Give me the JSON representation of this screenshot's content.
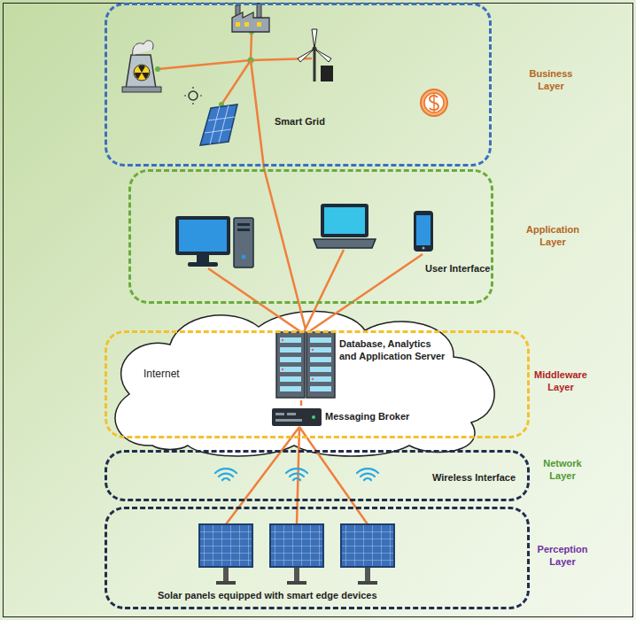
{
  "diagram": {
    "nodes": [
      {
        "text": [
          "Business Layer",
          "Smart Grid"
        ]
      },
      {
        "text": [
          "Application Layer",
          "User Interface"
        ]
      },
      {
        "text": [
          "Middleware Layer"
        ]
      },
      {
        "text": [
          "Internet"
        ]
      },
      {
        "text": [
          "Database, Analytics and Application Server"
        ],
        "in": 3
      },
      {
        "text": [
          "Messaging Broker"
        ],
        "in": 3
      },
      {
        "text": [
          "Network Layer",
          "Wireless Interface"
        ]
      },
      {
        "text": [
          "Perception Layer",
          "Solar panels equipped with smart edge devices"
        ]
      }
    ],
    "edges": [
      {
        "from": 4,
        "to": 0,
        "arrow": "none"
      },
      {
        "from": 4,
        "to": 5,
        "arrow": "none"
      }
    ]
  }
}
